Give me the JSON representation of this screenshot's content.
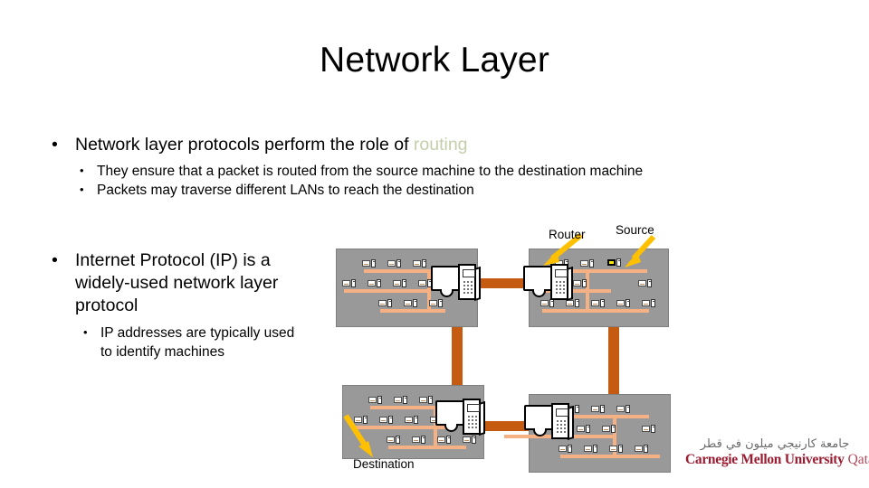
{
  "slide": {
    "title": "Network Layer",
    "background_color": "#ffffff"
  },
  "content": {
    "bullet_marker": "•",
    "bullets": [
      {
        "level": 1,
        "text_before_accent": "Network layer protocols perform the role of ",
        "accent_text": "routing",
        "accent_color": "#c3ceab"
      },
      {
        "level": 2,
        "text": "They ensure that a packet is routed from the source machine to the destination machine"
      },
      {
        "level": 2,
        "text": "Packets may traverse different LANs to reach the destination"
      },
      {
        "level": 1,
        "text": "Internet Protocol (IP) is a widely-used network layer protocol"
      },
      {
        "level": 2,
        "text": "IP addresses are typically used to identify machines"
      }
    ]
  },
  "diagram": {
    "name": "network-of-lans",
    "labels": {
      "router": "Router",
      "source": "Source",
      "destination": "Destination"
    },
    "colors": {
      "lan_background": "#999999",
      "trunk_link": "#c55a11",
      "bus_line": "#f5b183",
      "source_highlight": "#ffee00",
      "arrow": "#ffc000",
      "node_fill": "#ffffff"
    },
    "lans": [
      {
        "id": "lan-top-left",
        "workstations": 10,
        "router": "server"
      },
      {
        "id": "lan-top-right",
        "workstations": 11,
        "router": "server"
      },
      {
        "id": "lan-bottom-left",
        "workstations": 11,
        "router": "server"
      },
      {
        "id": "lan-bottom-right",
        "workstations": 10,
        "router": "server"
      }
    ],
    "links": [
      {
        "from": "lan-top-left",
        "to": "lan-top-right"
      },
      {
        "from": "lan-top-left",
        "to": "lan-bottom-left"
      },
      {
        "from": "lan-top-right",
        "to": "lan-bottom-right"
      },
      {
        "from": "lan-bottom-left",
        "to": "lan-bottom-right"
      }
    ]
  },
  "logo": {
    "arabic": "جامعة كارنيجي ميلون في قطر",
    "university": "Carnegie Mellon University",
    "campus": "Qatar",
    "color": "#9b1b30"
  }
}
